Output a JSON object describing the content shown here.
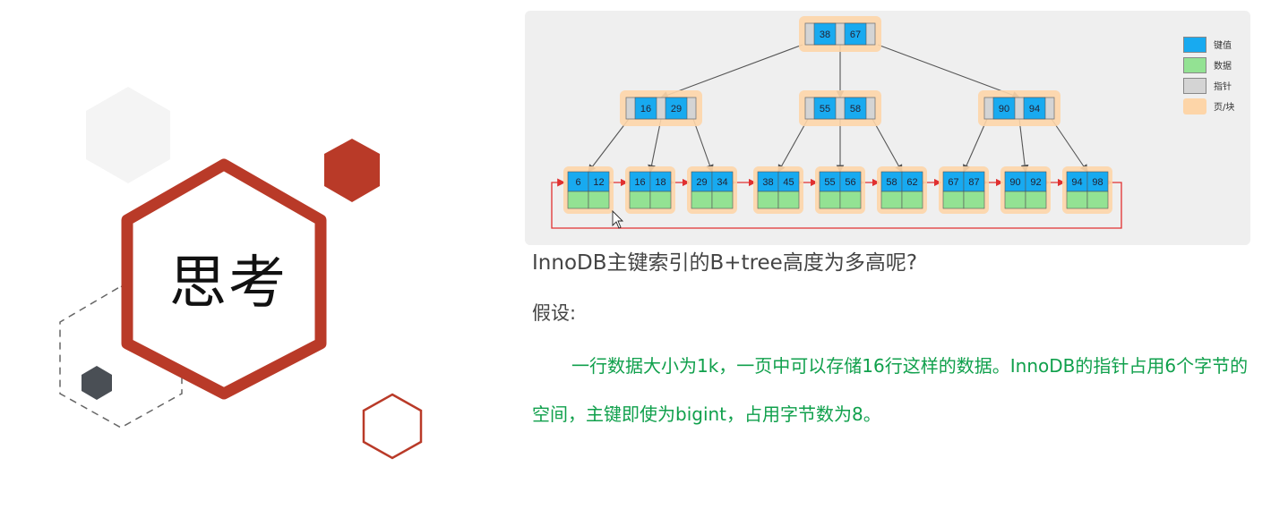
{
  "title_chars": "思考",
  "question": "InnoDB主键索引的B+tree高度为多高呢?",
  "assume_label": "假设:",
  "assume_text": "一行数据大小为1k，一页中可以存储16行这样的数据。InnoDB的指针占用6个字节的空间，主键即使为bigint，占用字节数为8。",
  "colors": {
    "key": "#18aaf0",
    "data": "#93e293",
    "pointer": "#d4d4d4",
    "page": "#fdd5a8",
    "accent_red": "#b93a28",
    "text_green": "#10a04c",
    "leaf_link": "#e03030"
  },
  "legend": [
    {
      "label": "键值",
      "color_key": "key"
    },
    {
      "label": "数据",
      "color_key": "data"
    },
    {
      "label": "指针",
      "color_key": "pointer"
    },
    {
      "label": "页/块",
      "color_key": "page"
    }
  ],
  "tree": {
    "root": [
      "38",
      "67"
    ],
    "internal": [
      [
        "16",
        "29"
      ],
      [
        "55",
        "58"
      ],
      [
        "90",
        "94"
      ]
    ],
    "leaves": [
      [
        "6",
        "12"
      ],
      [
        "16",
        "18"
      ],
      [
        "29",
        "34"
      ],
      [
        "38",
        "45"
      ],
      [
        "55",
        "56"
      ],
      [
        "58",
        "62"
      ],
      [
        "67",
        "87"
      ],
      [
        "90",
        "92"
      ],
      [
        "94",
        "98"
      ]
    ]
  }
}
